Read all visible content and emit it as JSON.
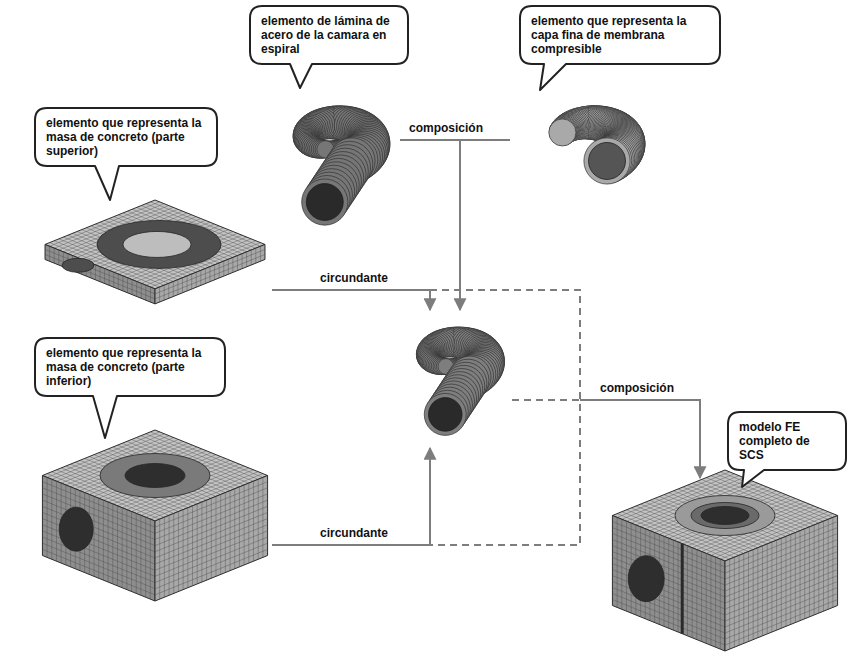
{
  "diagram": {
    "nodes": [
      {
        "text": [
          "elemento de lámina de acero de la camara en espiral"
        ]
      },
      {
        "text": [
          "elemento que representa la capa fina de membrana compresible"
        ]
      },
      {
        "text": [
          "elemento que representa la masa de concreto (parte superior)"
        ]
      },
      {
        "text": [
          "elemento que representa la masa de concreto (parte inferior)"
        ]
      },
      {
        "text": [
          "modelo FE completo de SCS"
        ]
      }
    ],
    "labels": [
      "composición",
      "circundante",
      "composición",
      "circundante"
    ]
  }
}
